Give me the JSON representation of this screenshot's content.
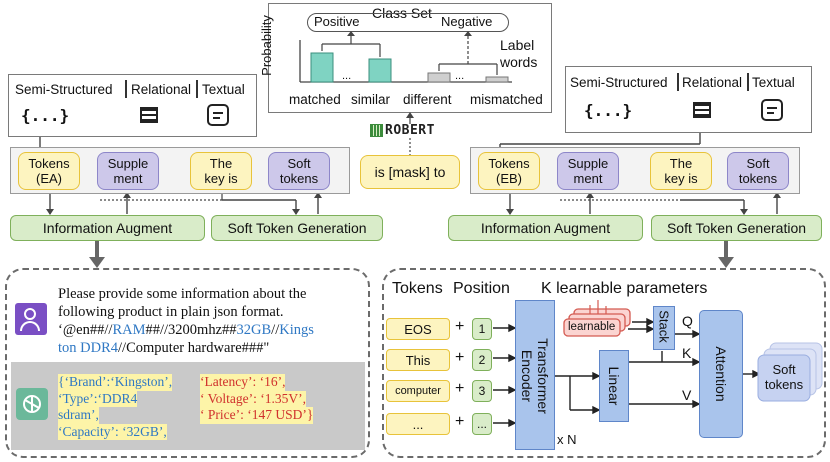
{
  "top": {
    "class_set": "Class Set",
    "positive": "Positive",
    "negative": "Negative",
    "probability": "Probability",
    "label_words": "Label\nwords",
    "words": [
      "matched",
      "similar",
      "different",
      "mismatched"
    ],
    "dots": "...",
    "robert_logo": "ROBERT"
  },
  "left_formats": {
    "items": [
      "Semi-Structured",
      "Relational",
      "Textual"
    ],
    "semi_icon": "{...}"
  },
  "right_formats": {
    "items": [
      "Semi-Structured",
      "Relational",
      "Textual"
    ],
    "semi_icon": "{...}"
  },
  "template_left": {
    "tokens": "Tokens\n(EA)",
    "supplement": "Supple\nment",
    "key": "The\nkey is",
    "soft": "Soft\ntokens"
  },
  "mask": "is [mask] to",
  "template_right": {
    "tokens": "Tokens\n(EB)",
    "supplement": "Supple\nment",
    "key": "The\nkey is",
    "soft": "Soft\ntokens"
  },
  "buttons": {
    "info_left": "Information Augment",
    "soft_left": "Soft Token Generation",
    "info_right": "Information Augment",
    "soft_right": "Soft Token Generation"
  },
  "chat": {
    "prompt_line1": "Please provide some information about the",
    "prompt_line2": "following product in plain json format.",
    "prompt_line3_a": "‘@en##//",
    "prompt_line3_b": "RAM",
    "prompt_line3_c": "##//3200mhz##",
    "prompt_line3_d": "32GB",
    "prompt_line3_e": "//",
    "prompt_line3_f": "Kings",
    "prompt_line4_a": "ton DDR4",
    "prompt_line4_b": "//Computer hardware###\"",
    "resp_left": [
      "{‘Brand’:‘Kingston’,",
      "‘Type’:‘DDR4",
      "sdram’,",
      "‘Capacity’: ‘32GB’,"
    ],
    "resp_right": [
      "‘Latency’: ‘16’,",
      "‘ Voltage’: ‘1.35V’,",
      "‘ Price’: ‘147 USD’}"
    ]
  },
  "model": {
    "tokens_header": "Tokens",
    "position_header": "Position",
    "k_params": "K learnable parameters",
    "token_rows": [
      "EOS",
      "This",
      "computer",
      "..."
    ],
    "pos_rows": [
      "1",
      "2",
      "3",
      "..."
    ],
    "plus": "+",
    "encoder": "Transformer\nEncoder",
    "xn": "x N",
    "learnable": "learnable",
    "stack": "Stack",
    "linear": "Linear",
    "attention": "Attention",
    "q": "Q",
    "k": "K",
    "v": "V",
    "soft_tokens": "Soft\ntokens"
  },
  "colors": {
    "yellow_fill": "#fdf4c0",
    "purple_fill": "#cdc8ea",
    "green_fill": "#d9ecc9",
    "teal_bar": "#7fd3c2",
    "blue_block": "#a9c4ec",
    "json_key_blue": "#2f78c4",
    "json_value_red": "#d0312d"
  }
}
